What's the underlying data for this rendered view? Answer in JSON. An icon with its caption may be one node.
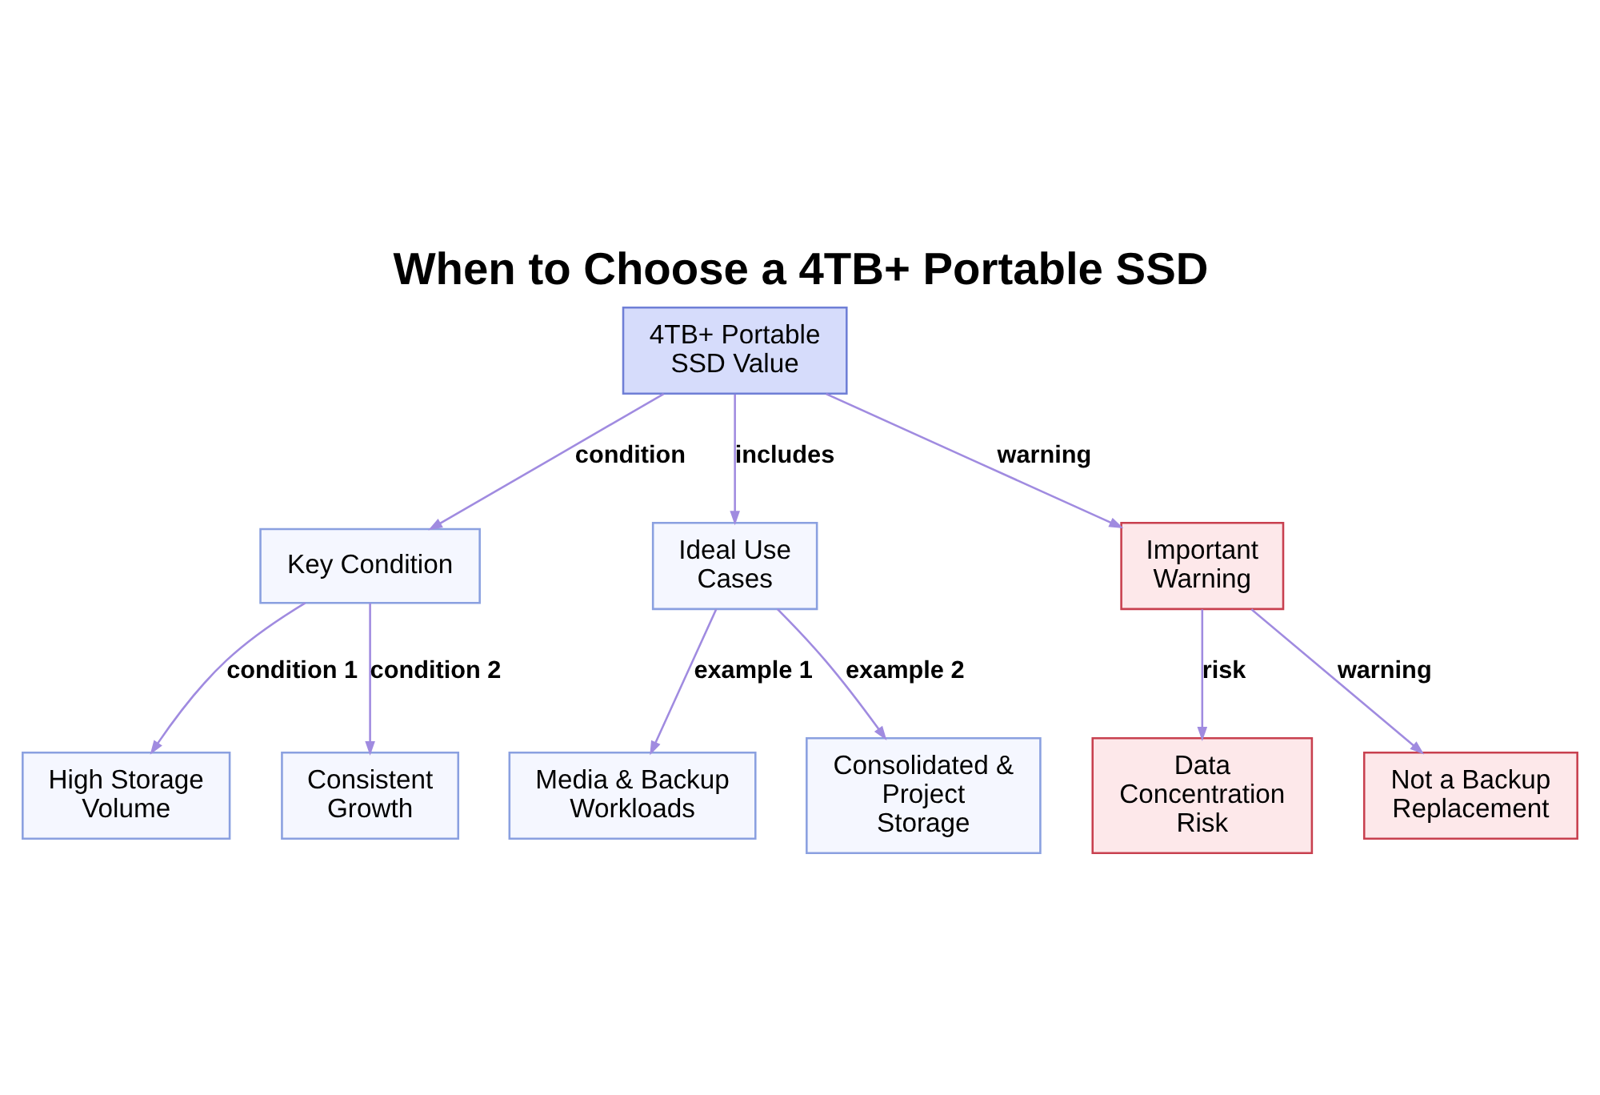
{
  "diagram": {
    "title": "When to Choose a 4TB+ Portable SSD",
    "nodes": [
      {
        "text": [
          "4TB+ Portable SSD Value"
        ]
      },
      {
        "text": [
          "Key Condition"
        ]
      },
      {
        "text": [
          "Ideal Use Cases"
        ]
      },
      {
        "text": [
          "Important Warning"
        ]
      },
      {
        "text": [
          "High Storage Volume"
        ]
      },
      {
        "text": [
          "Consistent Growth"
        ]
      },
      {
        "text": [
          "Media & Backup Workloads"
        ]
      },
      {
        "text": [
          "Consolidated & Project Storage"
        ]
      },
      {
        "text": [
          "Data Concentration Risk"
        ]
      },
      {
        "text": [
          "Not a Backup Replacement"
        ]
      }
    ],
    "edges": [
      {
        "from": 0,
        "to": 1,
        "arrow": "to",
        "label": "condition"
      },
      {
        "from": 0,
        "to": 2,
        "arrow": "to",
        "label": "includes"
      },
      {
        "from": 0,
        "to": 3,
        "arrow": "to",
        "label": "warning"
      },
      {
        "from": 1,
        "to": 4,
        "arrow": "to",
        "label": "condition 1"
      },
      {
        "from": 1,
        "to": 5,
        "arrow": "to",
        "label": "condition 2"
      },
      {
        "from": 2,
        "to": 6,
        "arrow": "to",
        "label": "example 1"
      },
      {
        "from": 2,
        "to": 7,
        "arrow": "to",
        "label": "example 2"
      },
      {
        "from": 3,
        "to": 8,
        "arrow": "to",
        "label": "risk"
      },
      {
        "from": 3,
        "to": 9,
        "arrow": "to",
        "label": "warning"
      }
    ]
  }
}
